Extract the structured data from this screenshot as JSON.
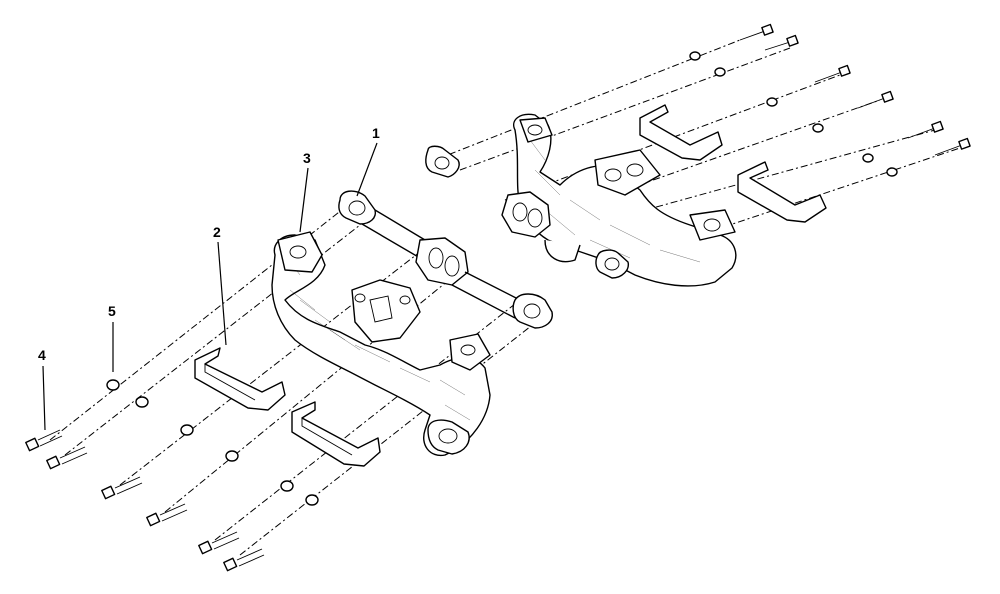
{
  "callouts": [
    {
      "id": "gasket",
      "label": "1"
    },
    {
      "id": "heat-shield",
      "label": "2"
    },
    {
      "id": "exhaust-manifold",
      "label": "3"
    },
    {
      "id": "bolt",
      "label": "4"
    },
    {
      "id": "washer",
      "label": "5"
    }
  ],
  "colors": {
    "ink": "#000000",
    "background": "#ffffff"
  }
}
